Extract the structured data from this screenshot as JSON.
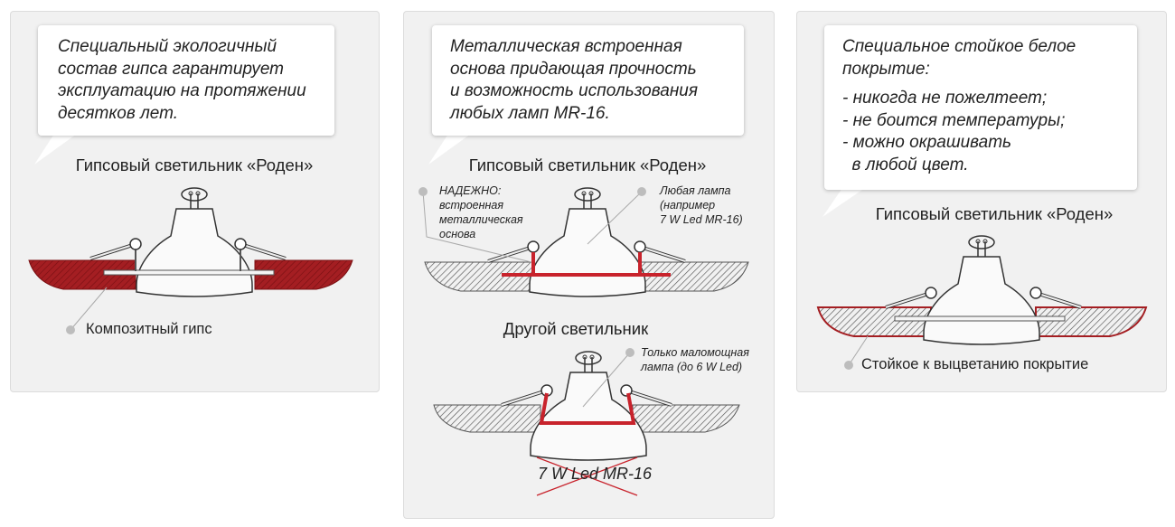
{
  "panels": [
    {
      "bubble_lines": [
        "Специальный экологичный",
        "состав гипса гарантирует",
        "эксплуатацию на протяжении",
        "десятков лет."
      ],
      "title": "Гипсовый светильник «Роден»",
      "label": "Композитный гипс"
    },
    {
      "bubble_lines": [
        "Металлическая  встроенная",
        "основа придающая прочность",
        "и возможность использования",
        "любых ламп MR-16."
      ],
      "title": "Гипсовый светильник «Роден»",
      "left_note": [
        "НАДЕЖНО:",
        "встроенная",
        "металлическая",
        "основа"
      ],
      "right_note": [
        "Любая лампа",
        "(например",
        "7 W Led MR-16)"
      ],
      "other_title": "Другой светильник",
      "other_note": [
        "Только маломощная",
        "лампа (до 6 W Led)"
      ],
      "crossed_text": "7 W Led  MR-16"
    },
    {
      "bubble_lines": [
        "Специальное стойкое белое",
        "покрытие:",
        "- никогда не пожелтеет;",
        "- не боится температуры;",
        "- можно окрашивать",
        "  в любой цвет."
      ],
      "title": "Гипсовый светильник «Роден»",
      "label": "Стойкое к выцветанию покрытие"
    }
  ],
  "colors": {
    "red": "#c8232c",
    "gypsum_red": "#a41e22",
    "panel": "#f1f1f1",
    "dot": "#bdbdbd"
  }
}
